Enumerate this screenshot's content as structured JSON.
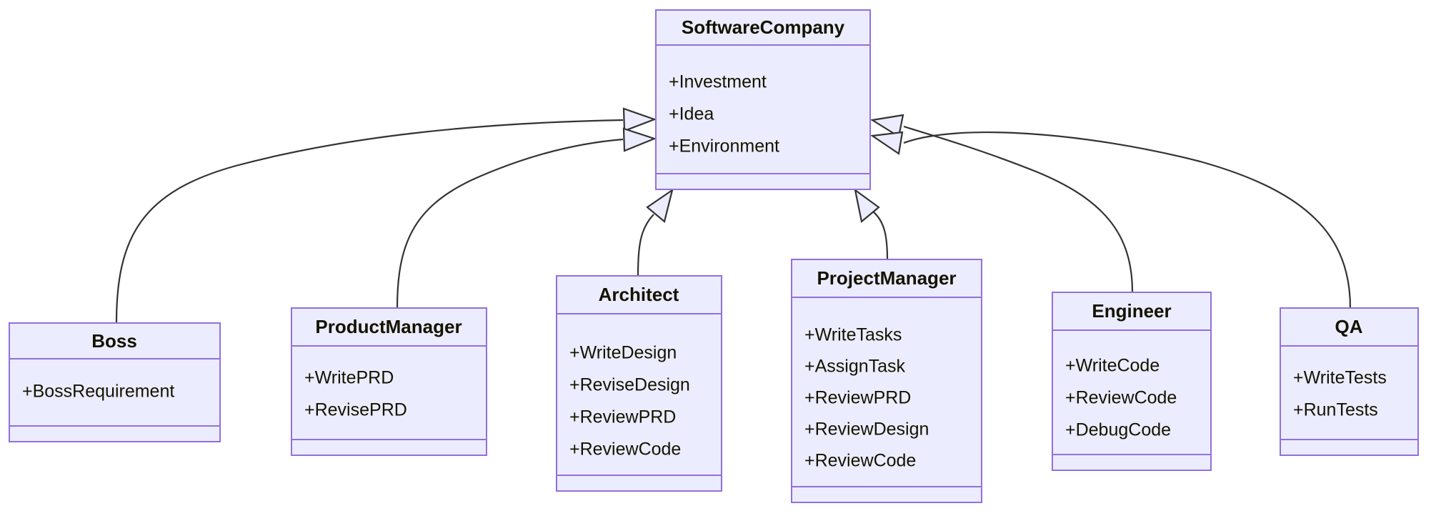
{
  "diagram": {
    "kind": "uml-class-diagram",
    "relationship": "generalization",
    "colors": {
      "box_fill": "#ECECFF",
      "box_border": "#9370DB",
      "edge_stroke": "#333333",
      "text": "#131300",
      "background": "#ffffff"
    },
    "classes": [
      {
        "id": "software-company",
        "name": "SoftwareCompany",
        "members": [
          "+Investment",
          "+Idea",
          "+Environment"
        ],
        "methods": []
      },
      {
        "id": "boss",
        "name": "Boss",
        "members": [
          "+BossRequirement"
        ],
        "methods": []
      },
      {
        "id": "product-manager",
        "name": "ProductManager",
        "members": [
          "+WritePRD",
          "+RevisePRD"
        ],
        "methods": []
      },
      {
        "id": "architect",
        "name": "Architect",
        "members": [
          "+WriteDesign",
          "+ReviseDesign",
          "+ReviewPRD",
          "+ReviewCode"
        ],
        "methods": []
      },
      {
        "id": "project-manager",
        "name": "ProjectManager",
        "members": [
          "+WriteTasks",
          "+AssignTask",
          "+ReviewPRD",
          "+ReviewDesign",
          "+ReviewCode"
        ],
        "methods": []
      },
      {
        "id": "engineer",
        "name": "Engineer",
        "members": [
          "+WriteCode",
          "+ReviewCode",
          "+DebugCode"
        ],
        "methods": []
      },
      {
        "id": "qa",
        "name": "QA",
        "members": [
          "+WriteTests",
          "+RunTests"
        ],
        "methods": []
      }
    ],
    "edges": [
      {
        "from": "boss",
        "to": "software-company",
        "type": "generalization"
      },
      {
        "from": "product-manager",
        "to": "software-company",
        "type": "generalization"
      },
      {
        "from": "architect",
        "to": "software-company",
        "type": "generalization"
      },
      {
        "from": "project-manager",
        "to": "software-company",
        "type": "generalization"
      },
      {
        "from": "engineer",
        "to": "software-company",
        "type": "generalization"
      },
      {
        "from": "qa",
        "to": "software-company",
        "type": "generalization"
      }
    ]
  }
}
